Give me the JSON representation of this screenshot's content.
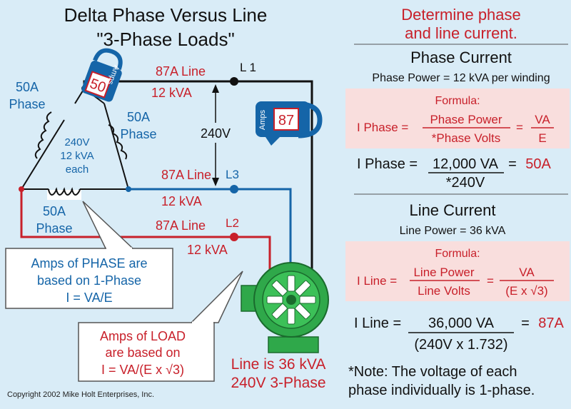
{
  "title": {
    "line1": "Delta Phase Versus Line",
    "line2": "\"3-Phase Loads\""
  },
  "diagram": {
    "phase_labels": {
      "left_amps": "50A",
      "left_word": "Phase",
      "right_amps": "50A",
      "right_word": "Phase",
      "bottom_amps": "50A",
      "bottom_word": "Phase"
    },
    "center": {
      "volts": "240V",
      "kva": "12 kVA",
      "each": "each"
    },
    "line_labels": {
      "l1_current": "87A Line",
      "l1_kva": "12 kVA",
      "l1_name": "L 1",
      "l3_current": "87A Line",
      "l3_kva": "12 kVA",
      "l3_name": "L3",
      "l2_current": "87A Line",
      "l2_kva": "12 kVA",
      "l2_name": "L2"
    },
    "voltage": "240V",
    "meter_phase": {
      "label": "Amps",
      "value": "50"
    },
    "meter_line": {
      "label": "Amps",
      "value": "87"
    },
    "callout_phase": [
      "Amps of PHASE are",
      "based on 1-Phase",
      "I = VA/E"
    ],
    "callout_load": [
      "Amps of LOAD",
      "are based on",
      "I = VA/(E x √3)"
    ],
    "motor_caption": [
      "Line is 36 kVA",
      "240V 3-Phase"
    ],
    "copyright": "Copyright 2002  Mike Holt Enterprises, Inc."
  },
  "panel": {
    "heading": [
      "Determine phase",
      "and line current."
    ],
    "phase_section": {
      "title": "Phase Current",
      "subtitle": "Phase Power = 12 kVA per winding",
      "formula_label": "Formula:",
      "lhs": "I Phase =",
      "num": "Phase Power",
      "den": "*Phase Volts",
      "eq": "=",
      "num2": "VA",
      "den2": "E",
      "calc_lhs": "I Phase =",
      "calc_num": "12,000 VA",
      "calc_eq": "=",
      "calc_result": "50A",
      "calc_den": "*240V"
    },
    "line_section": {
      "title": "Line Current",
      "subtitle": "Line Power = 36 kVA",
      "formula_label": "Formula:",
      "lhs": "I Line =",
      "num": "Line Power",
      "den": "Line Volts",
      "eq": "=",
      "num2": "VA",
      "den2": "(E x √3)",
      "calc_lhs": "I Line =",
      "calc_num": "36,000 VA",
      "calc_eq": "=",
      "calc_result": "87A",
      "calc_den": "(240V x 1.732)"
    },
    "note": [
      "*Note: The voltage of each",
      "phase individually is 1-phase."
    ]
  },
  "colors": {
    "background": "#d9ecf7",
    "phase_blue": "#1565a8",
    "line_red": "#c8202a",
    "dark": "#222222",
    "formula_box": "#f9dedd",
    "motor_green": "#2fa84a"
  }
}
